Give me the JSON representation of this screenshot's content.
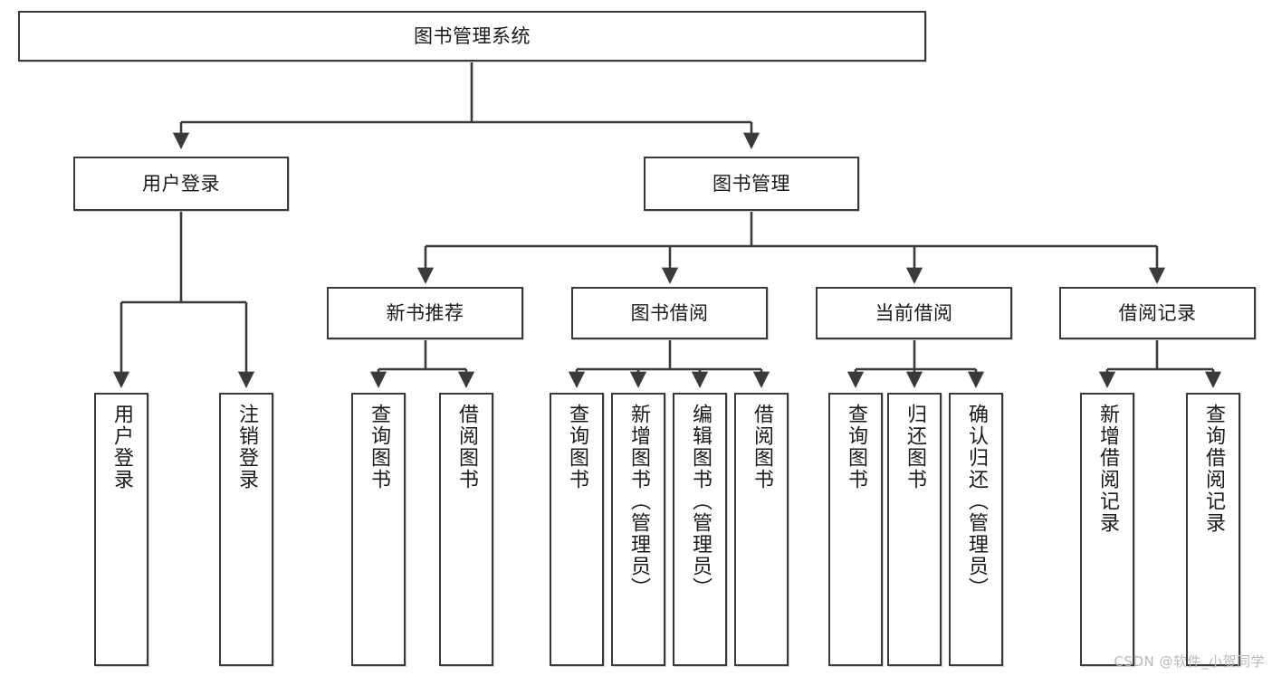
{
  "diagram": {
    "title": "图书管理系统",
    "type": "tree-hierarchy",
    "root": {
      "label": "图书管理系统"
    },
    "level2": [
      {
        "label": "用户登录"
      },
      {
        "label": "图书管理"
      }
    ],
    "level3": [
      {
        "label": "新书推荐"
      },
      {
        "label": "图书借阅"
      },
      {
        "label": "当前借阅"
      },
      {
        "label": "借阅记录"
      }
    ],
    "leaves": {
      "user_login": [
        {
          "label": "用户登录"
        },
        {
          "label": "注销登录"
        }
      ],
      "new_book_recommend": [
        {
          "label": "查询图书"
        },
        {
          "label": "借阅图书"
        }
      ],
      "book_borrow": [
        {
          "label": "查询图书"
        },
        {
          "label": "新增图书（管理员）"
        },
        {
          "label": "编辑图书（管理员）"
        },
        {
          "label": "借阅图书"
        }
      ],
      "current_borrow": [
        {
          "label": "查询图书"
        },
        {
          "label": "归还图书"
        },
        {
          "label": "确认归还（管理员）"
        }
      ],
      "borrow_record": [
        {
          "label": "新增借阅记录"
        },
        {
          "label": "查询借阅记录"
        }
      ]
    }
  },
  "watermark": {
    "text": "CSDN @软件_小贺同学"
  },
  "colors": {
    "border": "#3a3a3a",
    "background": "#ffffff",
    "text": "#1a1a1a",
    "watermark": "#b9b9b9"
  }
}
